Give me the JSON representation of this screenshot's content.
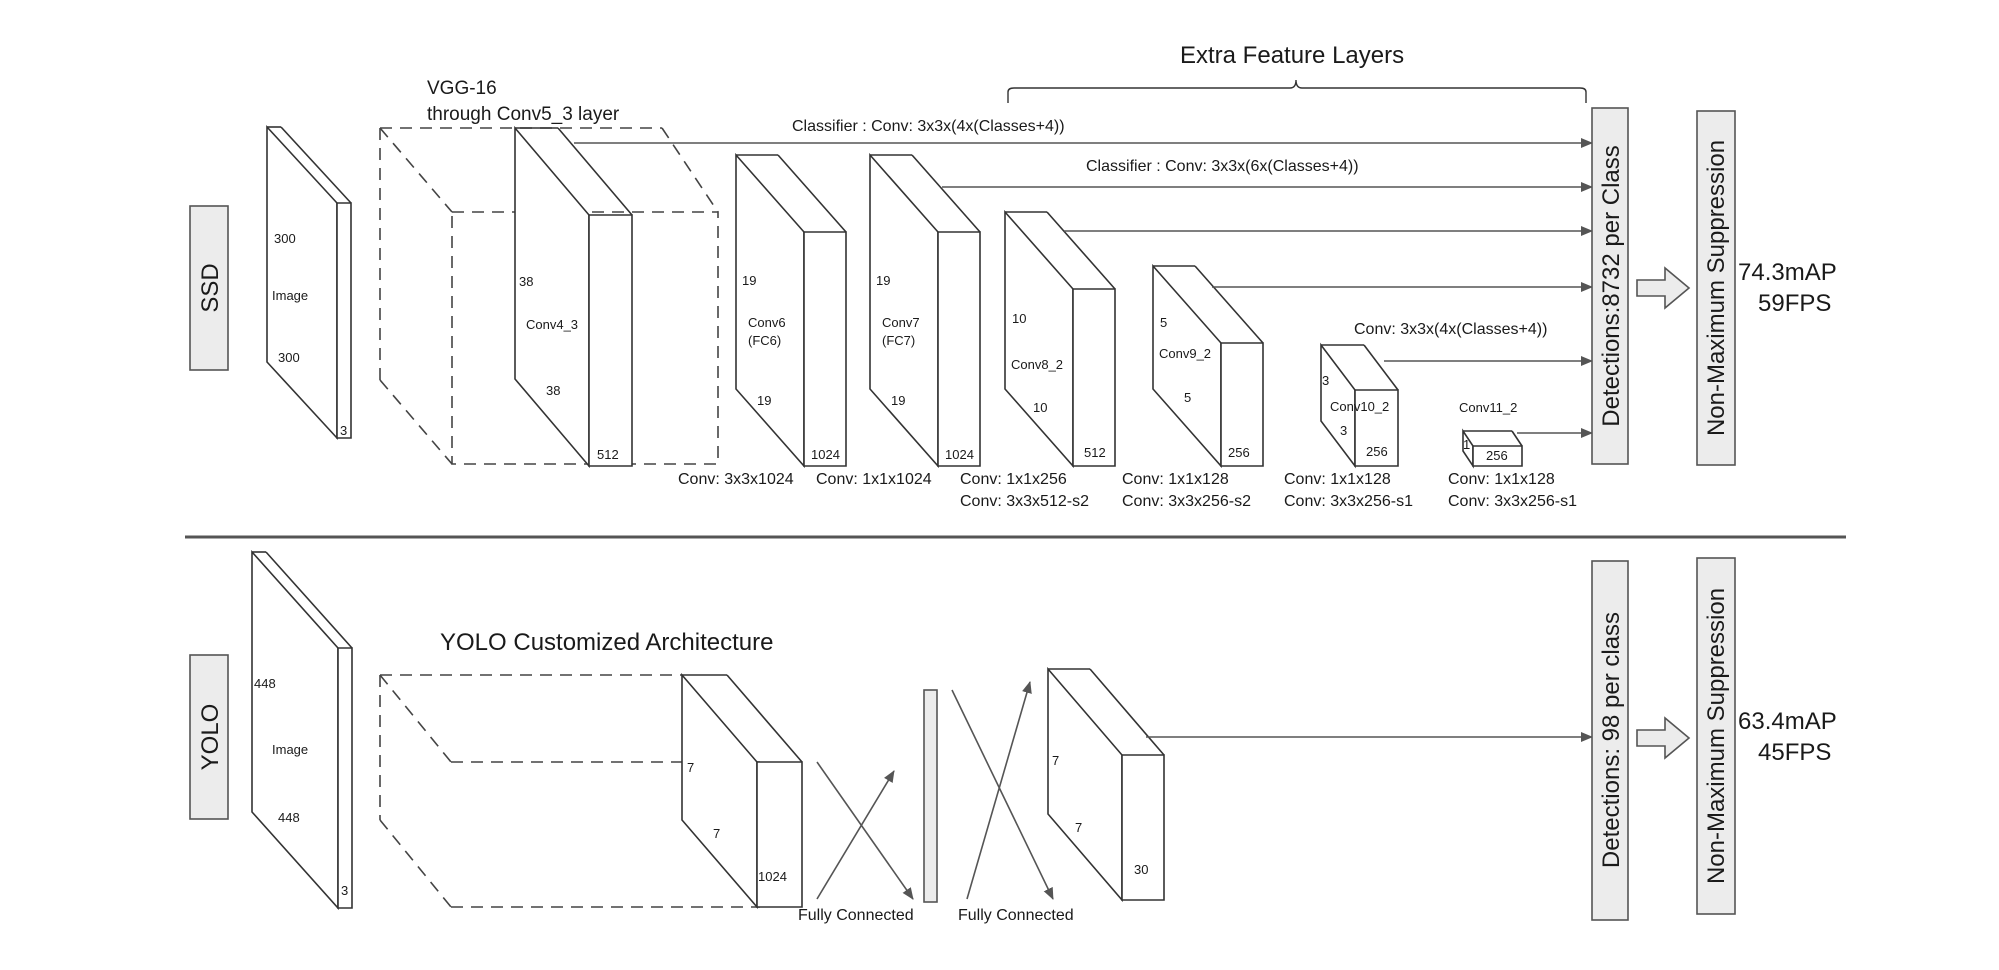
{
  "ssd": {
    "label": "SSD",
    "image": {
      "h": "300",
      "w": "300",
      "d": "3",
      "name": "Image"
    },
    "vgg_title_1": "VGG-16",
    "vgg_title_2": "through Conv5_3 layer",
    "extra_title": "Extra Feature Layers",
    "classifier_1": "Classifier : Conv: 3x3x(4x(Classes+4))",
    "classifier_2": "Classifier : Conv: 3x3x(6x(Classes+4))",
    "classifier_3": "Conv: 3x3x(4x(Classes+4))",
    "conv4_3": {
      "name": "Conv4_3",
      "h": "38",
      "w": "38",
      "d": "512"
    },
    "conv6": {
      "name": "Conv6",
      "sub": "(FC6)",
      "h": "19",
      "w": "19",
      "d": "1024",
      "op": "Conv: 3x3x1024"
    },
    "conv7": {
      "name": "Conv7",
      "sub": "(FC7)",
      "h": "19",
      "w": "19",
      "d": "1024",
      "op": "Conv: 1x1x1024"
    },
    "conv8_2": {
      "name": "Conv8_2",
      "h": "10",
      "w": "10",
      "d": "512",
      "op1": "Conv: 1x1x256",
      "op2": "Conv:  3x3x512-s2"
    },
    "conv9_2": {
      "name": "Conv9_2",
      "h": "5",
      "w": "5",
      "d": "256",
      "op1": "Conv: 1x1x128",
      "op2": "Conv: 3x3x256-s2"
    },
    "conv10_2": {
      "name": "Conv10_2",
      "h": "3",
      "w": "3",
      "d": "256",
      "op1": "Conv: 1x1x128",
      "op2": "Conv: 3x3x256-s1"
    },
    "conv11_2": {
      "name": "Conv11_2",
      "h": "1",
      "d": "256",
      "op1": "Conv: 1x1x128",
      "op2": "Conv: 3x3x256-s1"
    },
    "detections": "Detections:8732  per Class",
    "nms": "Non-Maximum Suppression",
    "map": "74.3mAP",
    "fps": "59FPS"
  },
  "yolo": {
    "label": "YOLO",
    "image": {
      "h": "448",
      "w": "448",
      "d": "3",
      "name": "Image"
    },
    "arch_title": "YOLO Customized Architecture",
    "feat": {
      "h": "7",
      "w": "7",
      "d": "1024"
    },
    "fc1": "Fully Connected",
    "fc2": "Fully Connected",
    "out": {
      "h": "7",
      "w": "7",
      "d": "30"
    },
    "detections": "Detections: 98 per class",
    "nms": "Non-Maximum Suppression",
    "map": "63.4mAP",
    "fps": "45FPS"
  }
}
